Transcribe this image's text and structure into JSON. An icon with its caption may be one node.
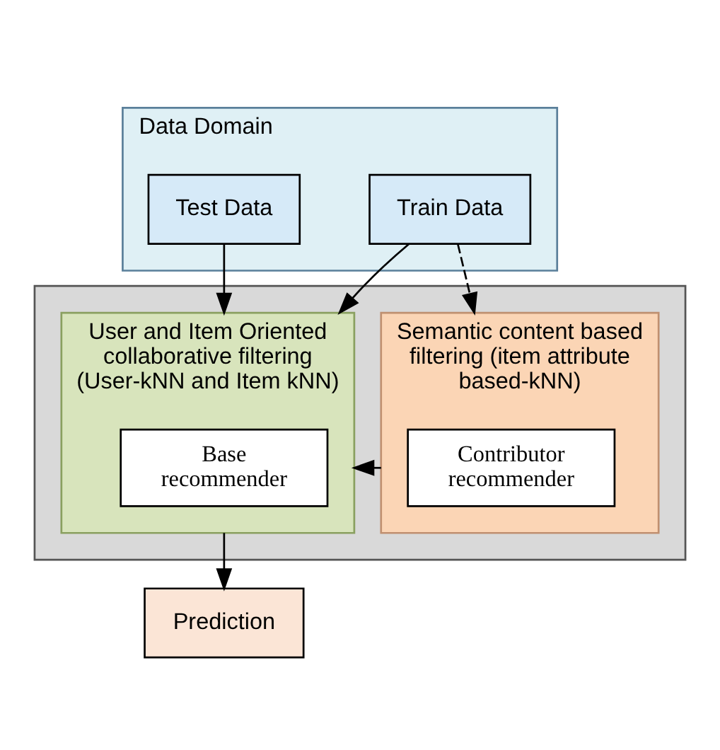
{
  "diagram": {
    "nodes": [
      {
        "text": [
          "Data Domain"
        ]
      },
      {
        "text": [
          "Train Data"
        ],
        "in": 0
      },
      {
        "text": [
          "Test Data"
        ],
        "in": 0
      },
      {
        "text": [],
        "shape": "box"
      },
      {
        "text": [
          "Semantic content based filtering (item attribute based-kNN)"
        ],
        "in": 3
      },
      {
        "text": [
          "Contributor recommender"
        ],
        "in": 4
      },
      {
        "text": [
          "User and Item Oriented collaborative filtering (User-kNN and Item kNN)"
        ],
        "in": 3
      },
      {
        "text": [
          "Base recommender"
        ],
        "in": 6
      },
      {
        "text": [
          "Prediction"
        ]
      }
    ],
    "edges": [
      {
        "from": 1,
        "to": 4,
        "arrow": "to",
        "style": "dashed"
      },
      {
        "from": 1,
        "to": 6,
        "arrow": "to"
      },
      {
        "from": 2,
        "to": 6,
        "arrow": "to"
      },
      {
        "from": 4,
        "to": 6,
        "arrow": "to"
      },
      {
        "from": 6,
        "to": 8,
        "arrow": "to"
      }
    ]
  }
}
